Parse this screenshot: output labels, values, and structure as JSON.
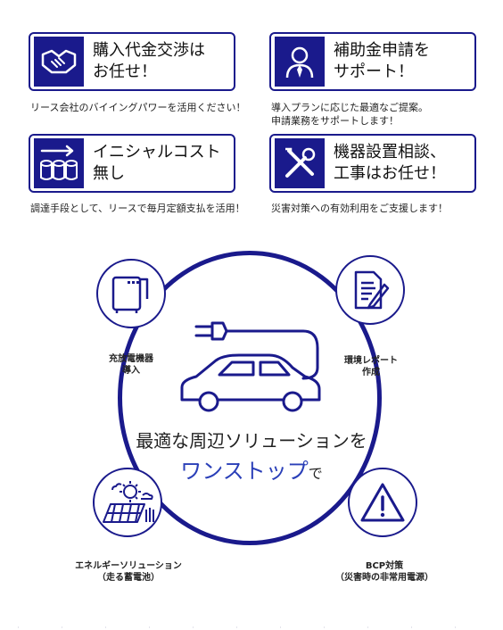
{
  "cards": [
    {
      "line1": "購入代金交渉は",
      "line2": "お任せ！",
      "icon": "handshake-icon"
    },
    {
      "line1": "補助金申請を",
      "line2": "サポート！",
      "icon": "businessman-icon"
    },
    {
      "line1": "イニシャルコスト",
      "line2": "無し",
      "icon": "coins-arrow-icon"
    },
    {
      "line1": "機器設置相談、",
      "line2": "工事はお任せ！",
      "icon": "tools-icon"
    }
  ],
  "captions": {
    "c1": "リース会社のバイイングパワーを活用ください！",
    "c2_line1": "導入プランに応じた最適なご提案。",
    "c2_line2": "申請業務をサポートします！",
    "c3": "調達手段として、リースで毎月定額支払を活用！",
    "c4": "災害対策への有効利用をご支援します！"
  },
  "diagram": {
    "nodes": [
      {
        "line1": "充放電機器",
        "line2": "導入",
        "icon": "charger-icon"
      },
      {
        "line1": "環境レポート",
        "line2": "作成",
        "icon": "report-icon"
      },
      {
        "line1": "エネルギーソリューション",
        "line2": "（走る蓄電池）",
        "icon": "solar-panel-icon"
      },
      {
        "line1": "BCP対策",
        "line2": "（災害時の非常用電源）",
        "icon": "warning-icon"
      }
    ],
    "center_main": "最適な周辺ソリューションを",
    "center_sub": "ワンストップ",
    "center_sub_suffix": "で"
  },
  "colors": {
    "accent": "#1a1a8c",
    "highlight": "#2a3fb8"
  }
}
